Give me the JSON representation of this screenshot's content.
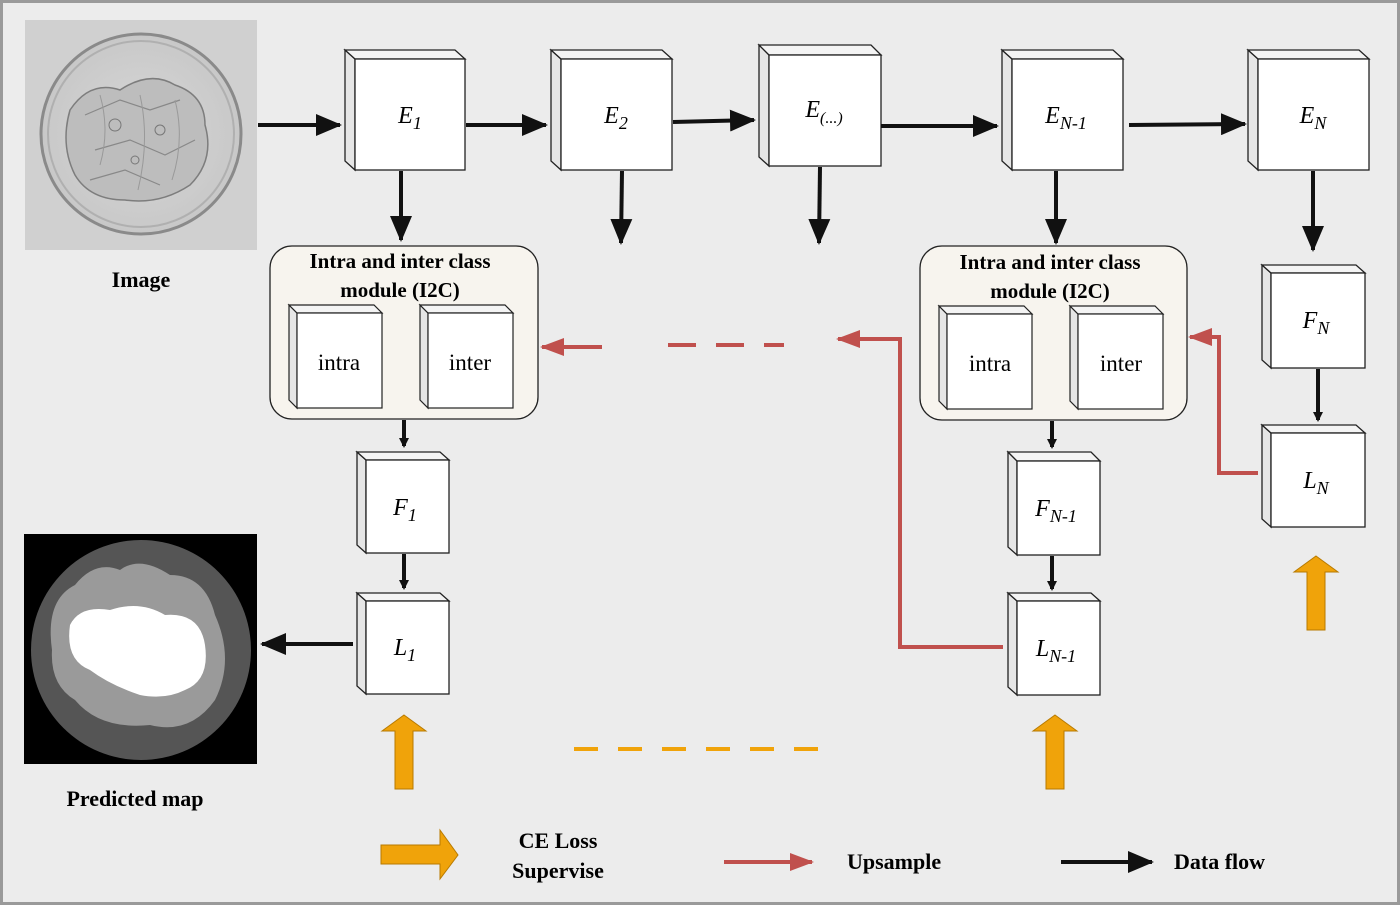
{
  "labels": {
    "image": "Image",
    "predicted_map": "Predicted map"
  },
  "encoders": [
    {
      "base": "E",
      "sub": "1"
    },
    {
      "base": "E",
      "sub": "2"
    },
    {
      "base": "E",
      "sub": "(...)"
    },
    {
      "base": "E",
      "sub": "N-1"
    },
    {
      "base": "E",
      "sub": "N"
    }
  ],
  "i2c": {
    "title_line1": "Intra and  inter class",
    "title_line2": "module (I2C)",
    "intra": "intra",
    "inter": "inter"
  },
  "features": [
    {
      "base": "F",
      "sub": "1"
    },
    {
      "base": "F",
      "sub": "N-1"
    },
    {
      "base": "F",
      "sub": "N"
    }
  ],
  "logits": [
    {
      "base": "L",
      "sub": "1"
    },
    {
      "base": "L",
      "sub": "N-1"
    },
    {
      "base": "L",
      "sub": "N"
    }
  ],
  "legend": {
    "ce_loss_line1": "CE Loss",
    "ce_loss_line2": "Supervise",
    "upsample": "Upsample",
    "data_flow": "Data flow"
  },
  "colors": {
    "background": "#ececec",
    "frame": "#9a9a9a",
    "module_fill": "#f7f4ee",
    "upsample": "#c0504d",
    "ce_loss": "#f0a30a",
    "data_flow": "#111111"
  }
}
